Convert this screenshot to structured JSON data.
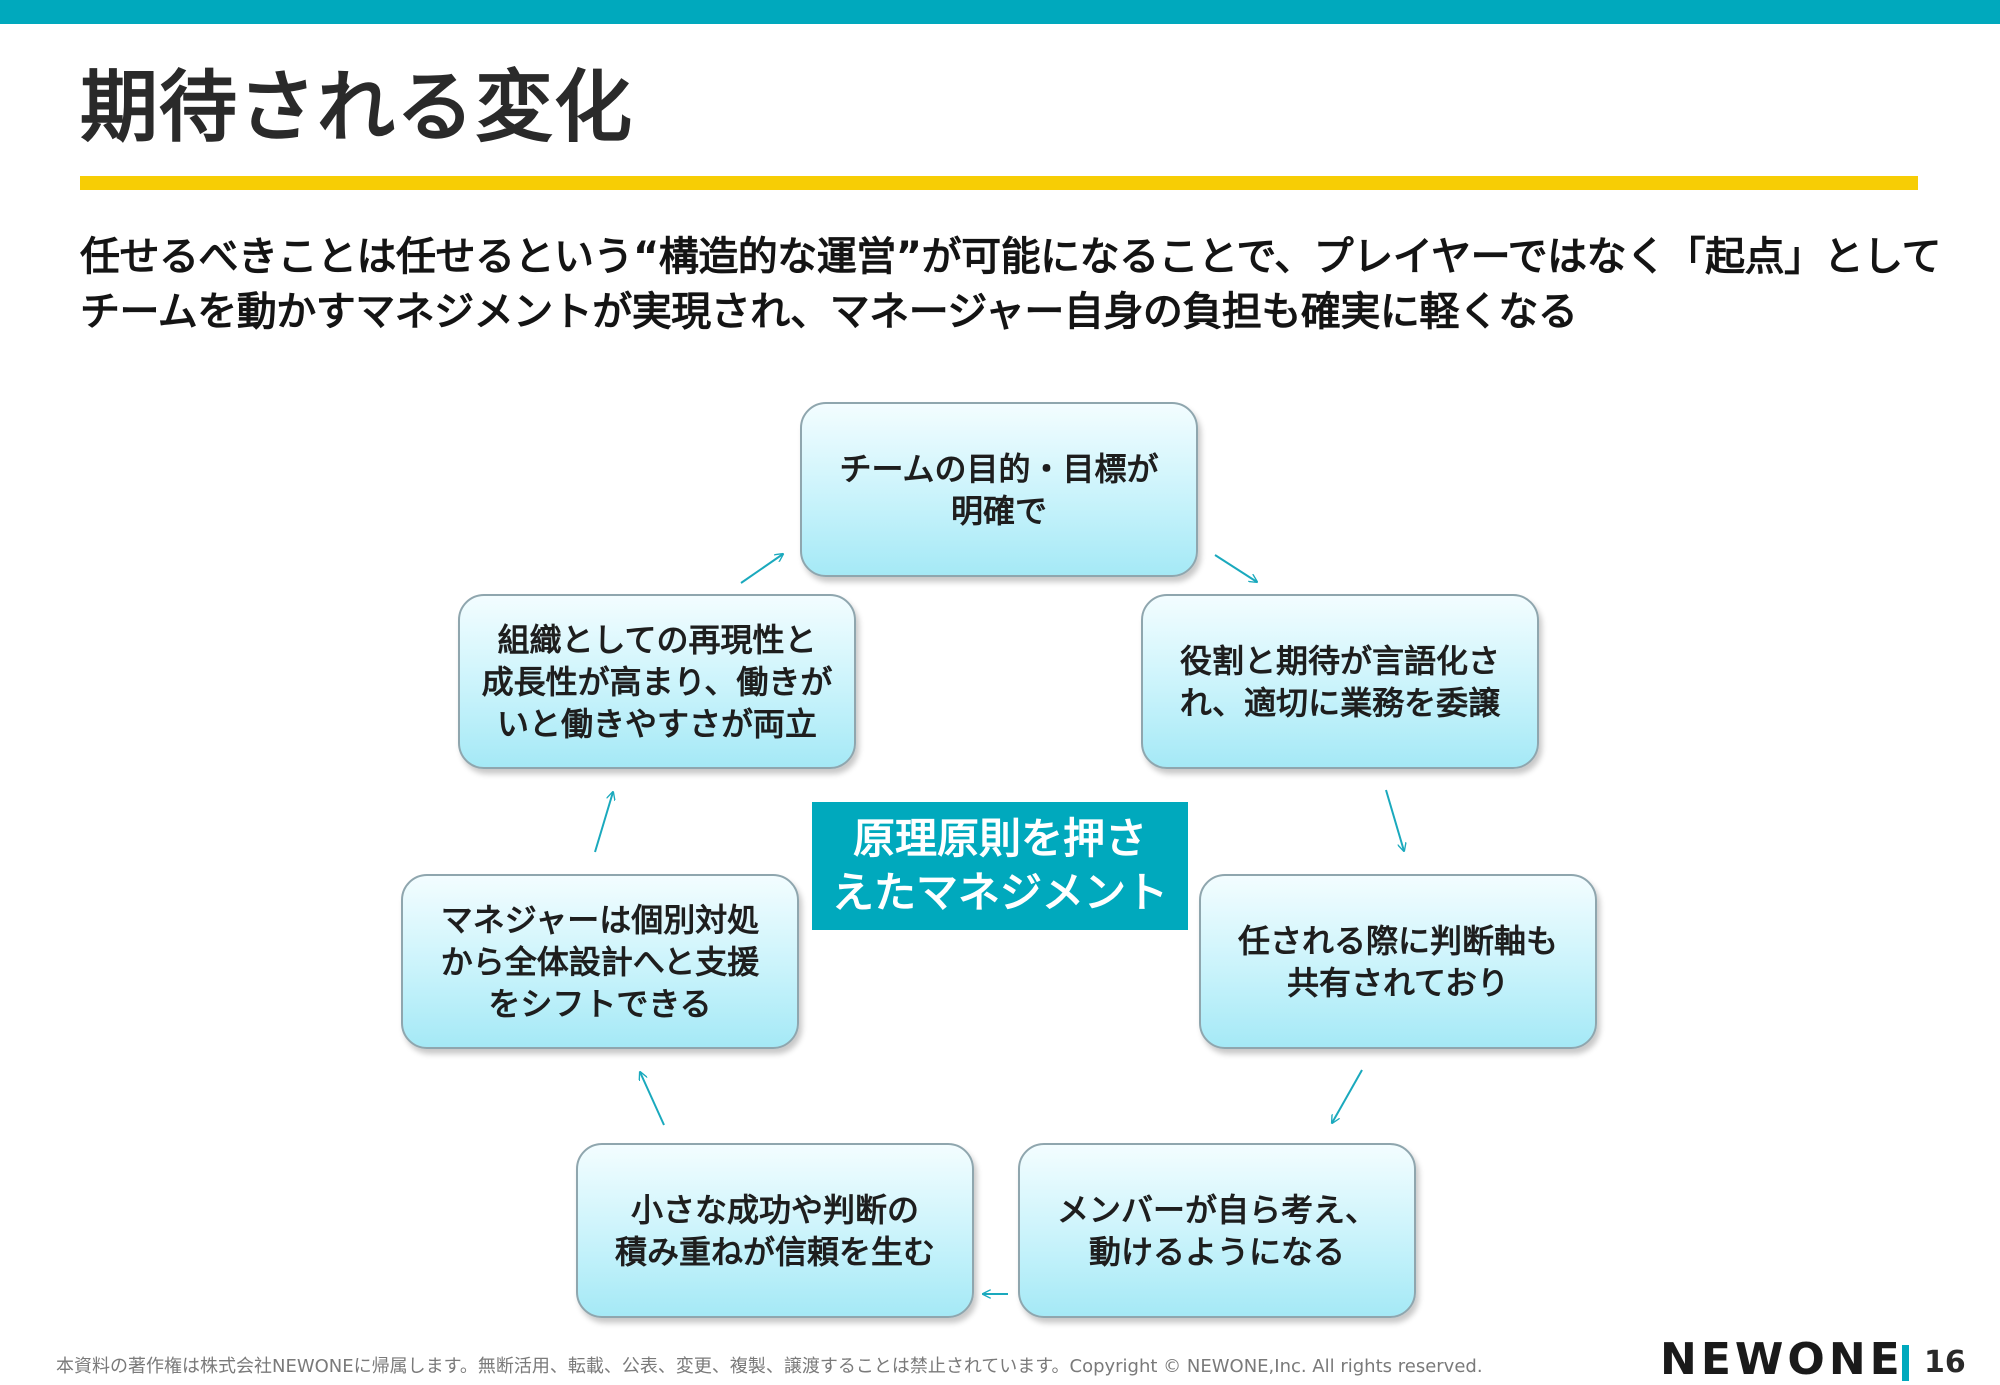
{
  "slide": {
    "title": "期待される変化",
    "lead_lines": [
      "任せるべきことは任せるという“構造的な運営”が可能になることで、プレイヤーではなく「起点」として",
      "チームを動かすマネジメントが実現され、マネージャー自身の負担も確実に軽くなる"
    ]
  },
  "cycle": {
    "center": "原理原則を押さ\nえたマネジメント",
    "nodes": [
      "チームの目的・目標が\n明確で",
      "役割と期待が言語化さ\nれ、適切に業務を委譲",
      "任される際に判断軸も\n共有されており",
      "メンバーが自ら考え、\n動けるようになる",
      "小さな成功や判断の\n積み重ねが信頼を生む",
      "マネジャーは個別対処\nから全体設計へと支援\nをシフトできる",
      "組織としての再現性と\n成長性が高まり、働きが\nいと働きやすさが両立"
    ]
  },
  "footer": {
    "copyright": "本資料の著作権は株式会社NEWONEに帰属します。無断活用、転載、公表、変更、複製、譲渡することは禁止されています。Copyright © NEWONE,Inc.  All rights reserved.",
    "brand": "NEWONE",
    "page_number": "16"
  },
  "colors": {
    "accent_teal": "#00a9bd",
    "rule_yellow": "#f7cd05",
    "node_fill": "#c9f3fb"
  }
}
